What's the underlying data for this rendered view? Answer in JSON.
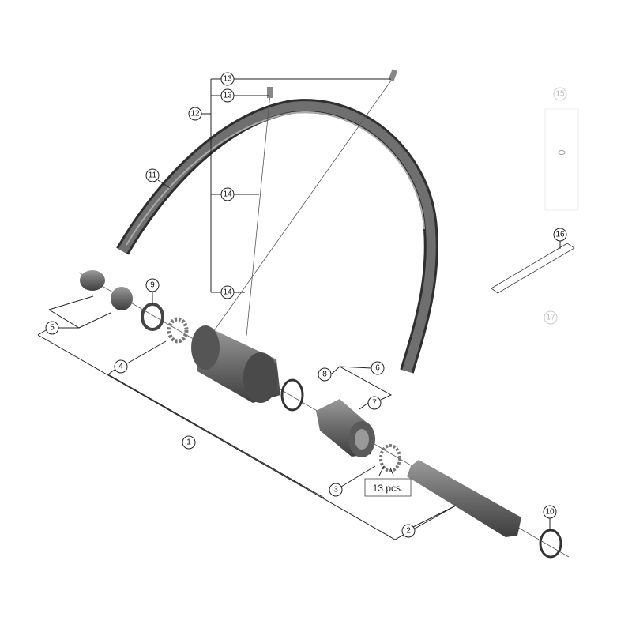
{
  "diagram": {
    "callouts": [
      {
        "id": "13",
        "label": "13"
      },
      {
        "id": "13b",
        "label": "13"
      },
      {
        "id": "12",
        "label": "12"
      },
      {
        "id": "11",
        "label": "11"
      },
      {
        "id": "14",
        "label": "14"
      },
      {
        "id": "14b",
        "label": "14"
      },
      {
        "id": "9",
        "label": "9"
      },
      {
        "id": "5",
        "label": "5"
      },
      {
        "id": "4",
        "label": "4"
      },
      {
        "id": "1",
        "label": "1"
      },
      {
        "id": "8",
        "label": "8"
      },
      {
        "id": "6",
        "label": "6"
      },
      {
        "id": "7",
        "label": "7"
      },
      {
        "id": "3",
        "label": "3"
      },
      {
        "id": "2",
        "label": "2"
      },
      {
        "id": "10",
        "label": "10"
      },
      {
        "id": "15",
        "label": "15",
        "faint": true
      },
      {
        "id": "16",
        "label": "16"
      },
      {
        "id": "17",
        "label": "17",
        "faint": true
      }
    ],
    "quantity_note": "13 pcs."
  }
}
